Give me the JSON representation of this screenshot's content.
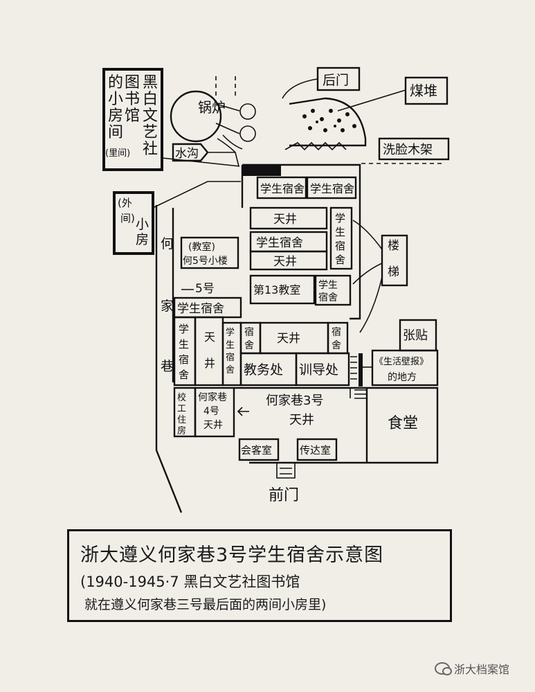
{
  "map": {
    "library_box": [
      "黑",
      "白",
      "文",
      "艺",
      "社",
      "图",
      "书",
      "馆",
      "的",
      "小",
      "房",
      "间",
      "(里间)"
    ],
    "outer_room": [
      "小",
      "房",
      "(外",
      "间)"
    ],
    "boiler": "锅炉",
    "drain": "水沟",
    "back_gate": "后门",
    "coal_pile": "煤堆",
    "wash_rack": "洗脸木架",
    "stairs": "楼梯",
    "dorm_a": "学生宿舍",
    "dorm_b": "学生宿舍",
    "dorm_right_1": "学生宿舍",
    "dorm_mid": "学生宿舍",
    "courtyard_1": "天井",
    "courtyard_2": "天井",
    "courtyard_3": "天井",
    "courtyard_4": "天井",
    "classroom_13": "第13教室",
    "dorm_right_2": "学生宿舍",
    "classroom_5": "(教室)何5号小楼",
    "alley_label": "何家巷",
    "no5": "5号",
    "dorm_5": "学生宿舍",
    "dorm_left": "学生宿舍",
    "dorm_small_1": "学生宿舍",
    "dorm_small_2": "宿舍",
    "dorm_small_3": "宿舍",
    "academic_office": "教务处",
    "training_office": "训导处",
    "bulletin": "张贴",
    "wall_news": "《生活壁报》的地方",
    "dorm_warden": "校工住房",
    "no4_yard": "何家巷4号天井",
    "no3_yard": "何家巷3号天井",
    "canteen": "食堂",
    "reception": "会客室",
    "messenger": "传达室",
    "front_gate": "前门"
  },
  "caption": {
    "title": "浙大遵义何家巷3号学生宿舍示意图",
    "line1": "(1940-1945·7 黑白文艺社图书馆",
    "line2": "就在遵义何家巷三号最后面的两间小房里)"
  },
  "watermark": "浙大档案馆"
}
